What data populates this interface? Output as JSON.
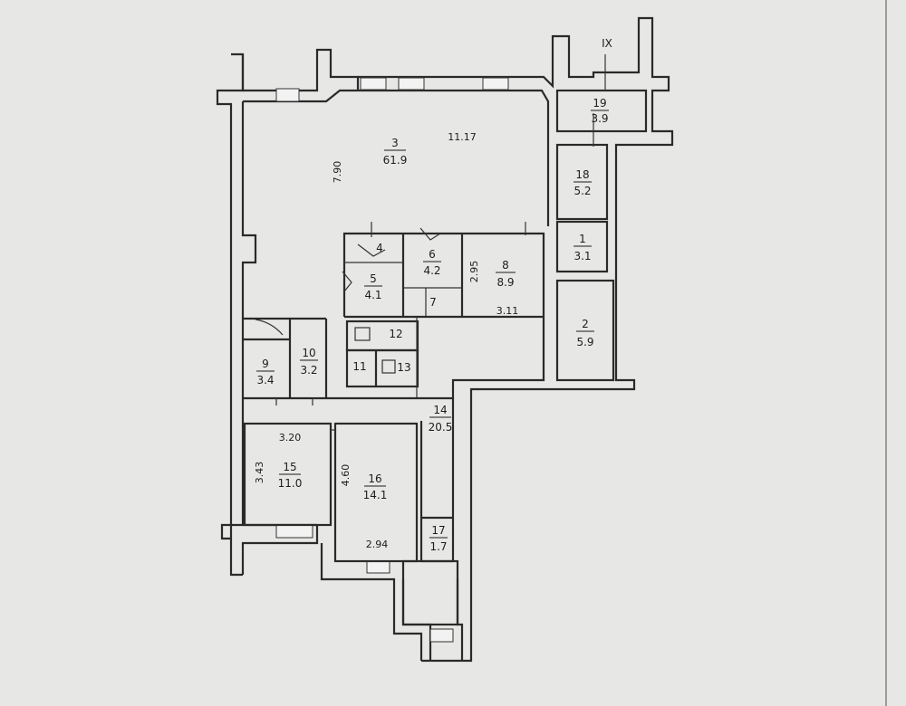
{
  "axis_marker": "IX",
  "rooms": [
    {
      "id": "r3",
      "number": "3",
      "area": "61.9"
    },
    {
      "id": "r19",
      "number": "19",
      "area": "3.9"
    },
    {
      "id": "r18",
      "number": "18",
      "area": "5.2"
    },
    {
      "id": "r1",
      "number": "1",
      "area": "3.1"
    },
    {
      "id": "r2",
      "number": "2",
      "area": "5.9"
    },
    {
      "id": "r4",
      "number": "4",
      "area": ""
    },
    {
      "id": "r5",
      "number": "5",
      "area": "4.1"
    },
    {
      "id": "r6",
      "number": "6",
      "area": "4.2"
    },
    {
      "id": "r7",
      "number": "7",
      "area": ""
    },
    {
      "id": "r8",
      "number": "8",
      "area": "8.9"
    },
    {
      "id": "r9",
      "number": "9",
      "area": "3.4"
    },
    {
      "id": "r10",
      "number": "10",
      "area": "3.2"
    },
    {
      "id": "r11",
      "number": "11",
      "area": ""
    },
    {
      "id": "r12",
      "number": "12",
      "area": ""
    },
    {
      "id": "r13",
      "number": "13",
      "area": ""
    },
    {
      "id": "r14",
      "number": "14",
      "area": "20.5"
    },
    {
      "id": "r15",
      "number": "15",
      "area": "11.0"
    },
    {
      "id": "r16",
      "number": "16",
      "area": "14.1"
    },
    {
      "id": "r17",
      "number": "17",
      "area": "1.7"
    }
  ],
  "dimensions": [
    "11.17",
    "7.90",
    "2.95",
    "3.11",
    "3.20",
    "3.43",
    "4.60",
    "2.94"
  ]
}
